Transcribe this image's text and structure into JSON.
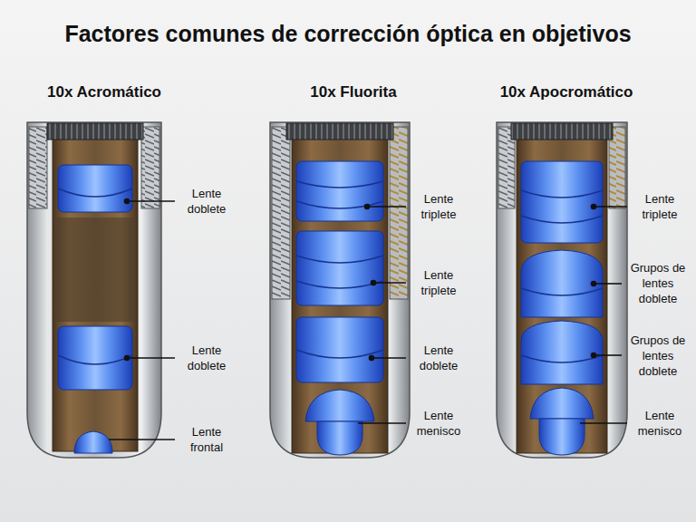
{
  "diagram": {
    "title": "Factores comunes de corrección óptica en objetivos",
    "labels": [
      "10x Acromático",
      "Lente doblete",
      "Lente doblete",
      "Lente frontal",
      "10x Fluorita",
      "Lente triplete",
      "Lente triplete",
      "Lente doblete",
      "Lente menisco",
      "10x Apocromático",
      "Lente triplete",
      "Grupos de lentes doblete",
      "Grupos de lentes doblete",
      "Lente menisco"
    ]
  }
}
